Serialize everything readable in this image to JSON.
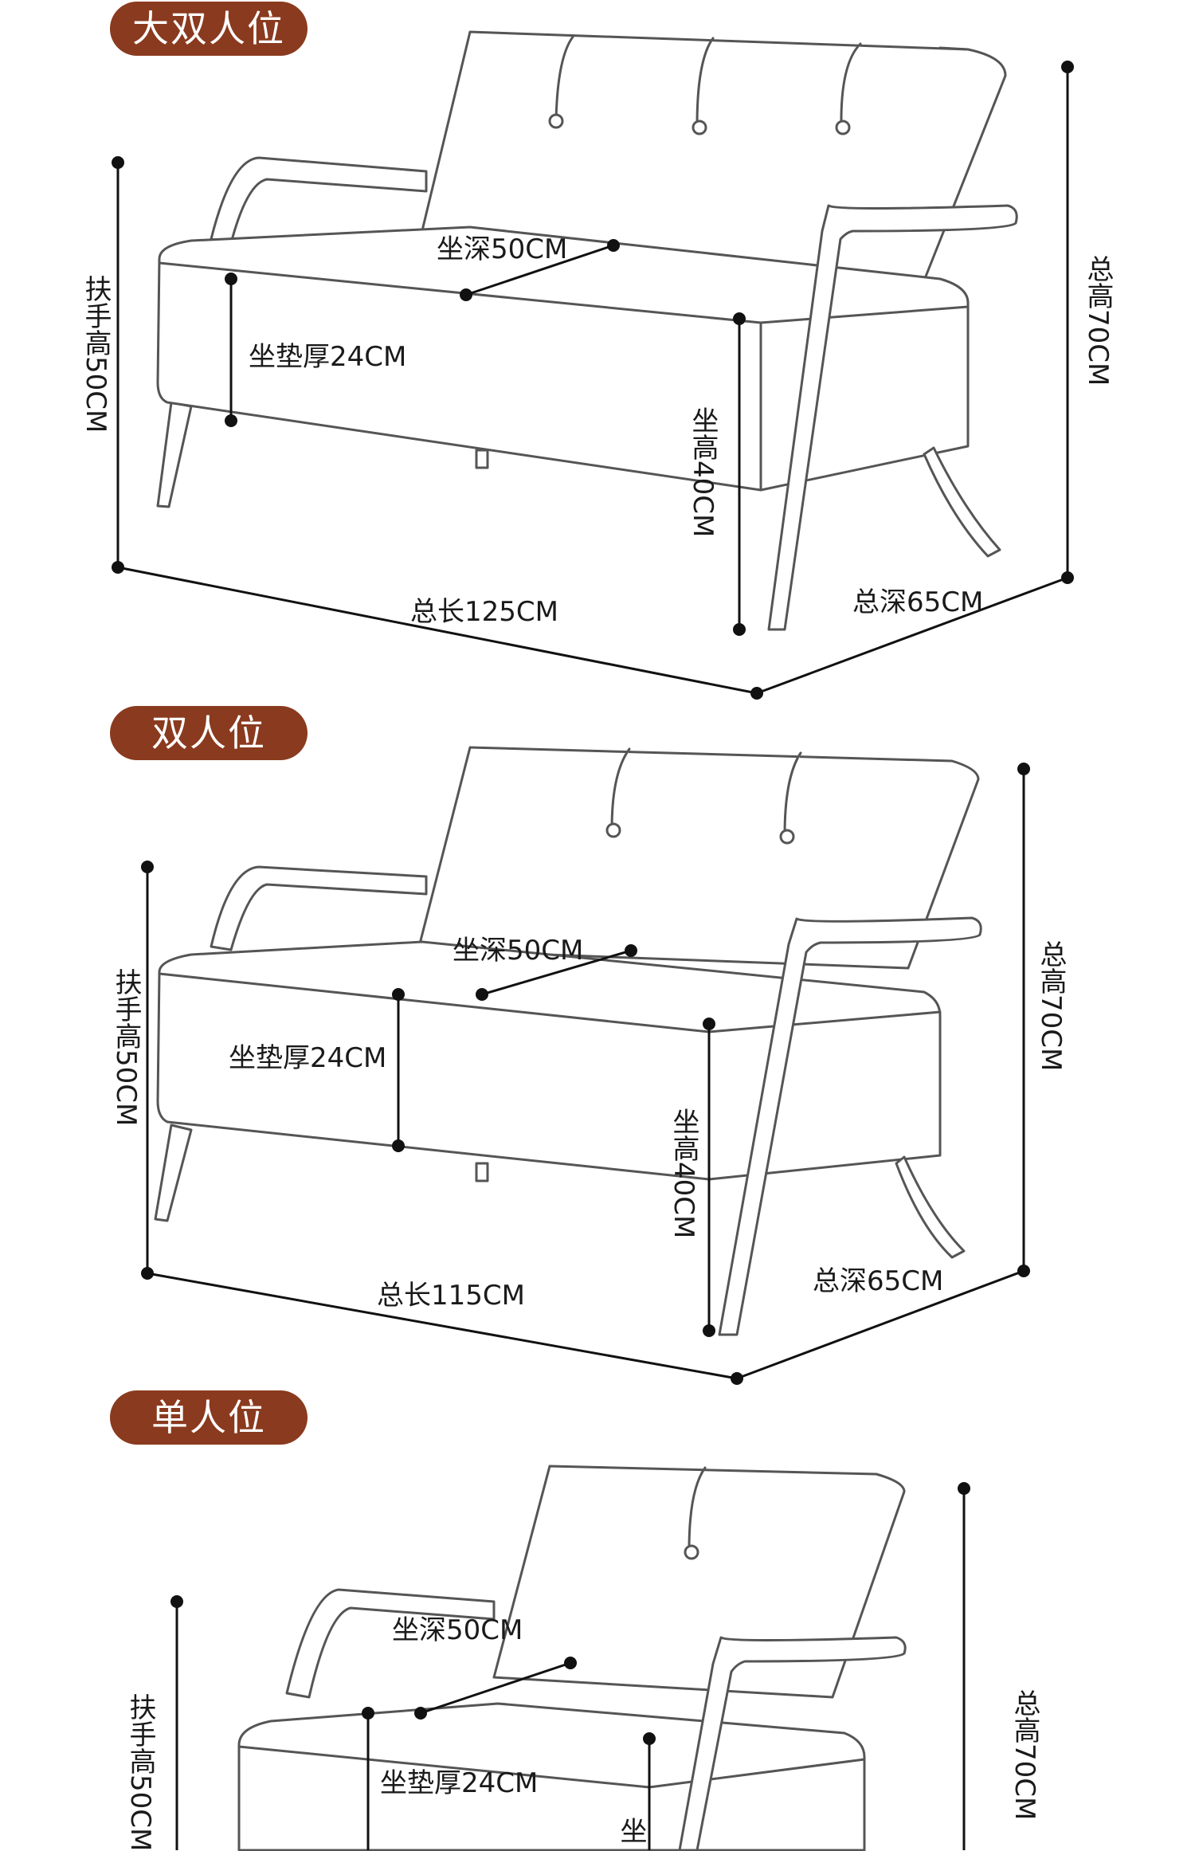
{
  "sections": [
    {
      "badge": "大双人位",
      "labels": {
        "seat_depth": "坐深50CM",
        "cushion": "坐垫厚24CM",
        "armrest": "扶手高50CM",
        "seat_height": "坐高40CM",
        "total_height": "总高70CM",
        "length": "总长125CM",
        "depth": "总深65CM"
      },
      "buttons": 3
    },
    {
      "badge": "双人位",
      "labels": {
        "seat_depth": "坐深50CM",
        "cushion": "坐垫厚24CM",
        "armrest": "扶手高50CM",
        "seat_height": "坐高40CM",
        "total_height": "总高70CM",
        "length": "总长115CM",
        "depth": "总深65CM"
      },
      "buttons": 2
    },
    {
      "badge": "单人位",
      "labels": {
        "seat_depth": "坐深50CM",
        "cushion": "坐垫厚24CM",
        "armrest": "扶手高50CM",
        "seat_height_partial": "坐",
        "total_height": "总高70CM"
      },
      "buttons": 1
    }
  ]
}
